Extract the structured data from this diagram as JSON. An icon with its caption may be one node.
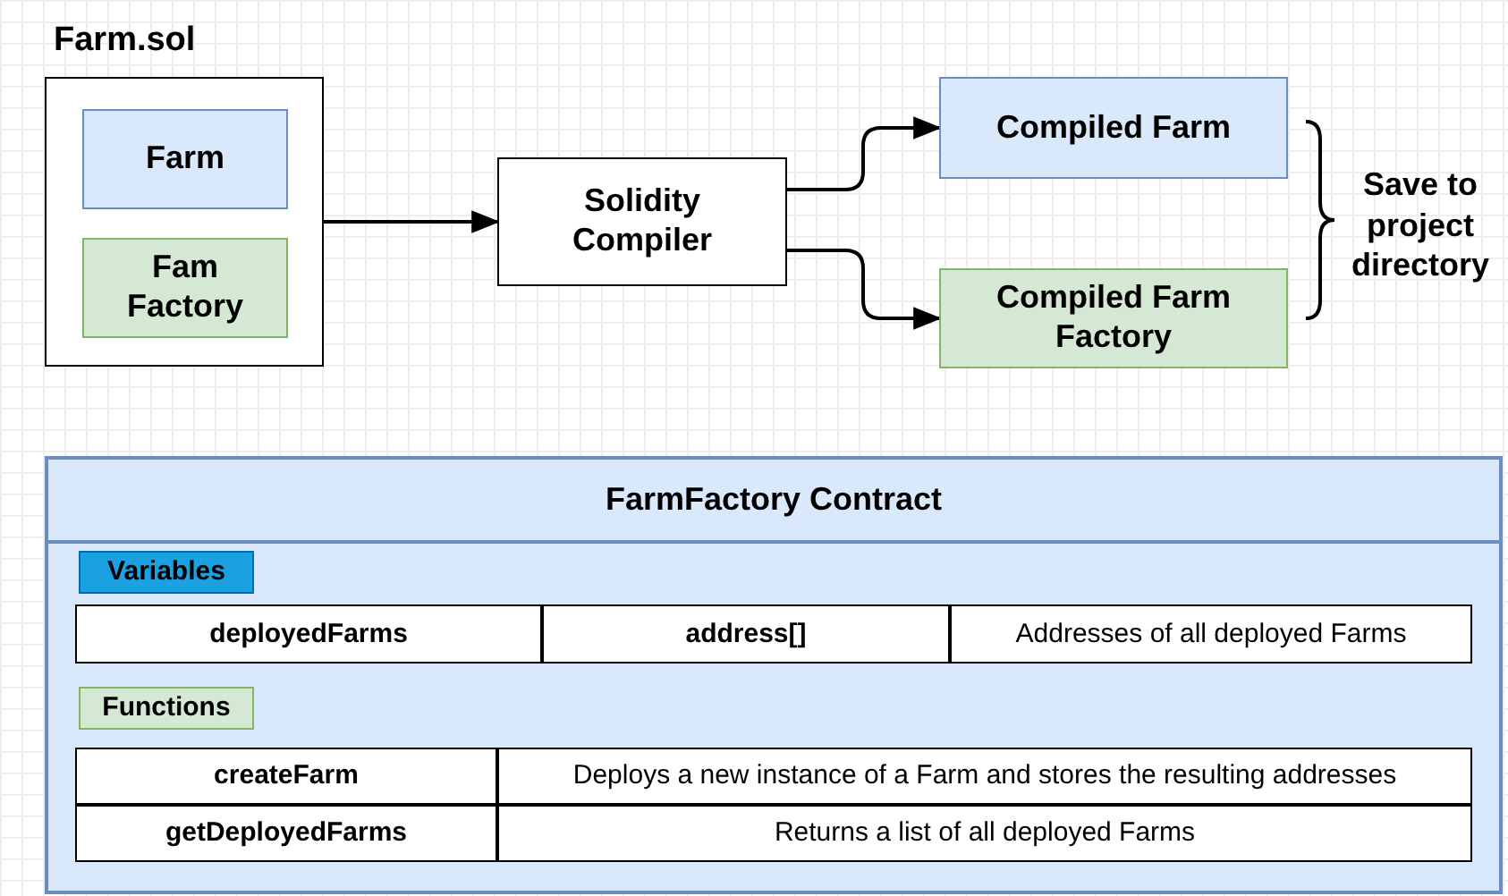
{
  "diagram": {
    "nodes": [
      {
        "text": [
          "Farm.sol"
        ]
      },
      {
        "text": [
          "Farm"
        ],
        "in": 0
      },
      {
        "text": [
          "Fam Factory"
        ],
        "in": 0
      },
      {
        "text": [
          "Solidity Compiler"
        ]
      },
      {
        "text": [
          "Compiled Farm"
        ]
      },
      {
        "text": [
          "Compiled Farm Factory"
        ]
      },
      {
        "text": [
          "FarmFactory Contract"
        ]
      },
      {
        "text": [
          "Variables"
        ],
        "in": 6
      },
      {
        "text": [
          "Functions"
        ],
        "in": 6
      }
    ],
    "edges": [
      {
        "from": 0,
        "to": 3,
        "arrow": "to"
      },
      {
        "from": 3,
        "to": 4,
        "arrow": "to"
      },
      {
        "from": 3,
        "to": 5,
        "arrow": "to"
      }
    ],
    "labels": [
      "Save to project directory",
      "deployedFarms",
      "address[]",
      "Addresses of all deployed Farms",
      "createFarm",
      "Deploys a new instance of a Farm and stores the resulting addresses",
      "getDeployedFarms",
      "Returns a list of all deployed Farms"
    ]
  }
}
